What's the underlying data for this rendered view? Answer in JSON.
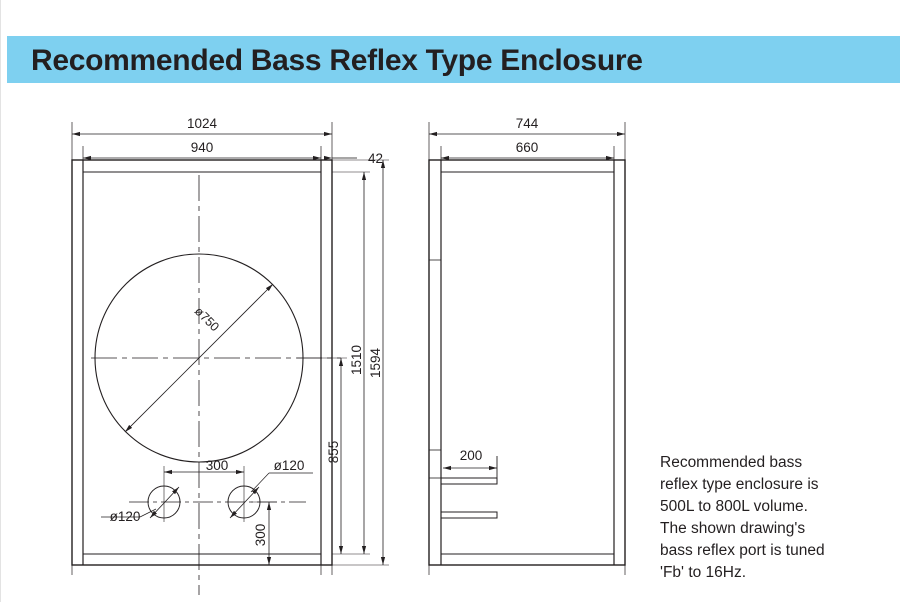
{
  "header": {
    "title": "Recommended Bass Reflex Type Enclosure",
    "background_color": "#7ed0f0",
    "text_color": "#231f20"
  },
  "drawing": {
    "line_color": "#231f20",
    "front_view": {
      "name": "front-elevation",
      "dimensions": {
        "overall_width": "1024",
        "inner_width": "940",
        "panel_thickness": "42",
        "overall_height": "1594",
        "inner_height": "1510",
        "port_center_height": "855",
        "driver_diameter": "ø750",
        "port_spacing": "300",
        "port_bottom_offset": "300",
        "port_diameter_left": "ø120",
        "port_diameter_right": "ø120"
      }
    },
    "side_view": {
      "name": "side-elevation",
      "dimensions": {
        "overall_depth": "744",
        "inner_depth": "660",
        "port_shelf_length": "200"
      }
    }
  },
  "notes": {
    "lines": [
      "Recommended bass",
      "reflex type enclosure is",
      "500L to 800L volume.",
      "The shown drawing's",
      "bass reflex port is tuned",
      "'Fb' to 16Hz."
    ]
  }
}
